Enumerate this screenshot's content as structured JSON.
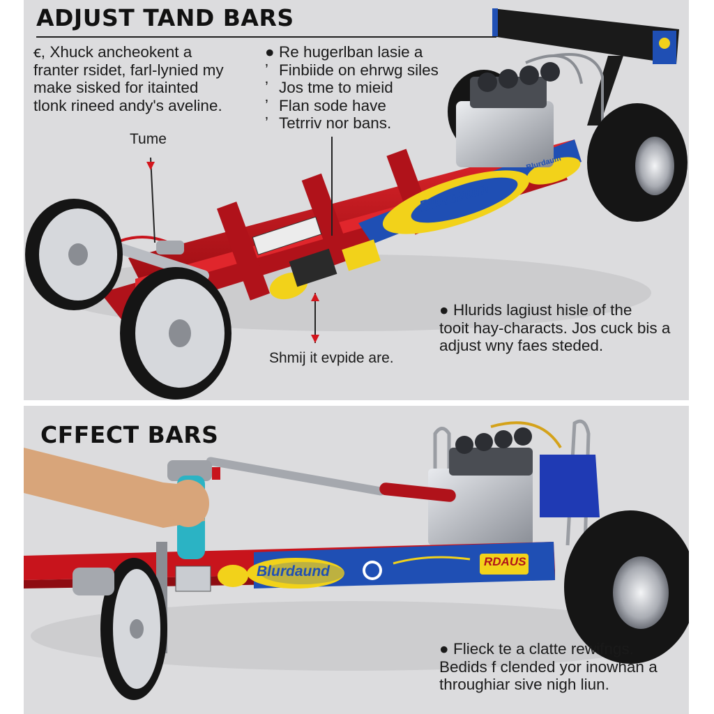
{
  "top": {
    "title": "ADJUST TAND BARS",
    "intro_marker": "ꞓ,",
    "intro_lines": [
      "Xhuck ancheokent a",
      "franter rsidet, farl-lynied my",
      "make sisked for itainted",
      "tlonk rineed andy's aveline."
    ],
    "bullet_lines": [
      {
        "marker": "●",
        "text": "Re hugerlban lasie a"
      },
      {
        "marker": "ʼ",
        "text": "Finbiide on ehrwg siles"
      },
      {
        "marker": "ʼ",
        "text": "Jos tme to mieid"
      },
      {
        "marker": "ʼ",
        "text": "Flan sode have"
      },
      {
        "marker": "ʼ",
        "text": "Tetrriv nor bans."
      }
    ],
    "callout_label": "Tume",
    "bottom_label": "Shmij it evpide are.",
    "side_note": {
      "marker": "●",
      "lines": [
        "Hlurids lagiust hisle of the",
        "tooit hay-characts. Jos cuck bis a",
        "adjust wny faes steded."
      ]
    },
    "decal_main": "Blurdaum",
    "decal_badge": "Blurdaum"
  },
  "bottom": {
    "title": "CFFECT BARS",
    "decal_main": "Blurdaund",
    "decal_right": "RDAUS",
    "note": {
      "marker": "●",
      "lines": [
        "Flieck te a clatte rewifngs.",
        "Bedids f clended yor inowhan a",
        "throughiar sive nigh liun."
      ]
    }
  },
  "colors": {
    "panel_bg": "#dcdcde",
    "frame_red": "#c8141c",
    "decal_yellow": "#f2d21a",
    "decal_blue": "#1f4fb4",
    "tire": "#151515",
    "chrome": "#b9bcc2",
    "tool_teal": "#2bb3c4",
    "callout_red": "#d3151c"
  }
}
